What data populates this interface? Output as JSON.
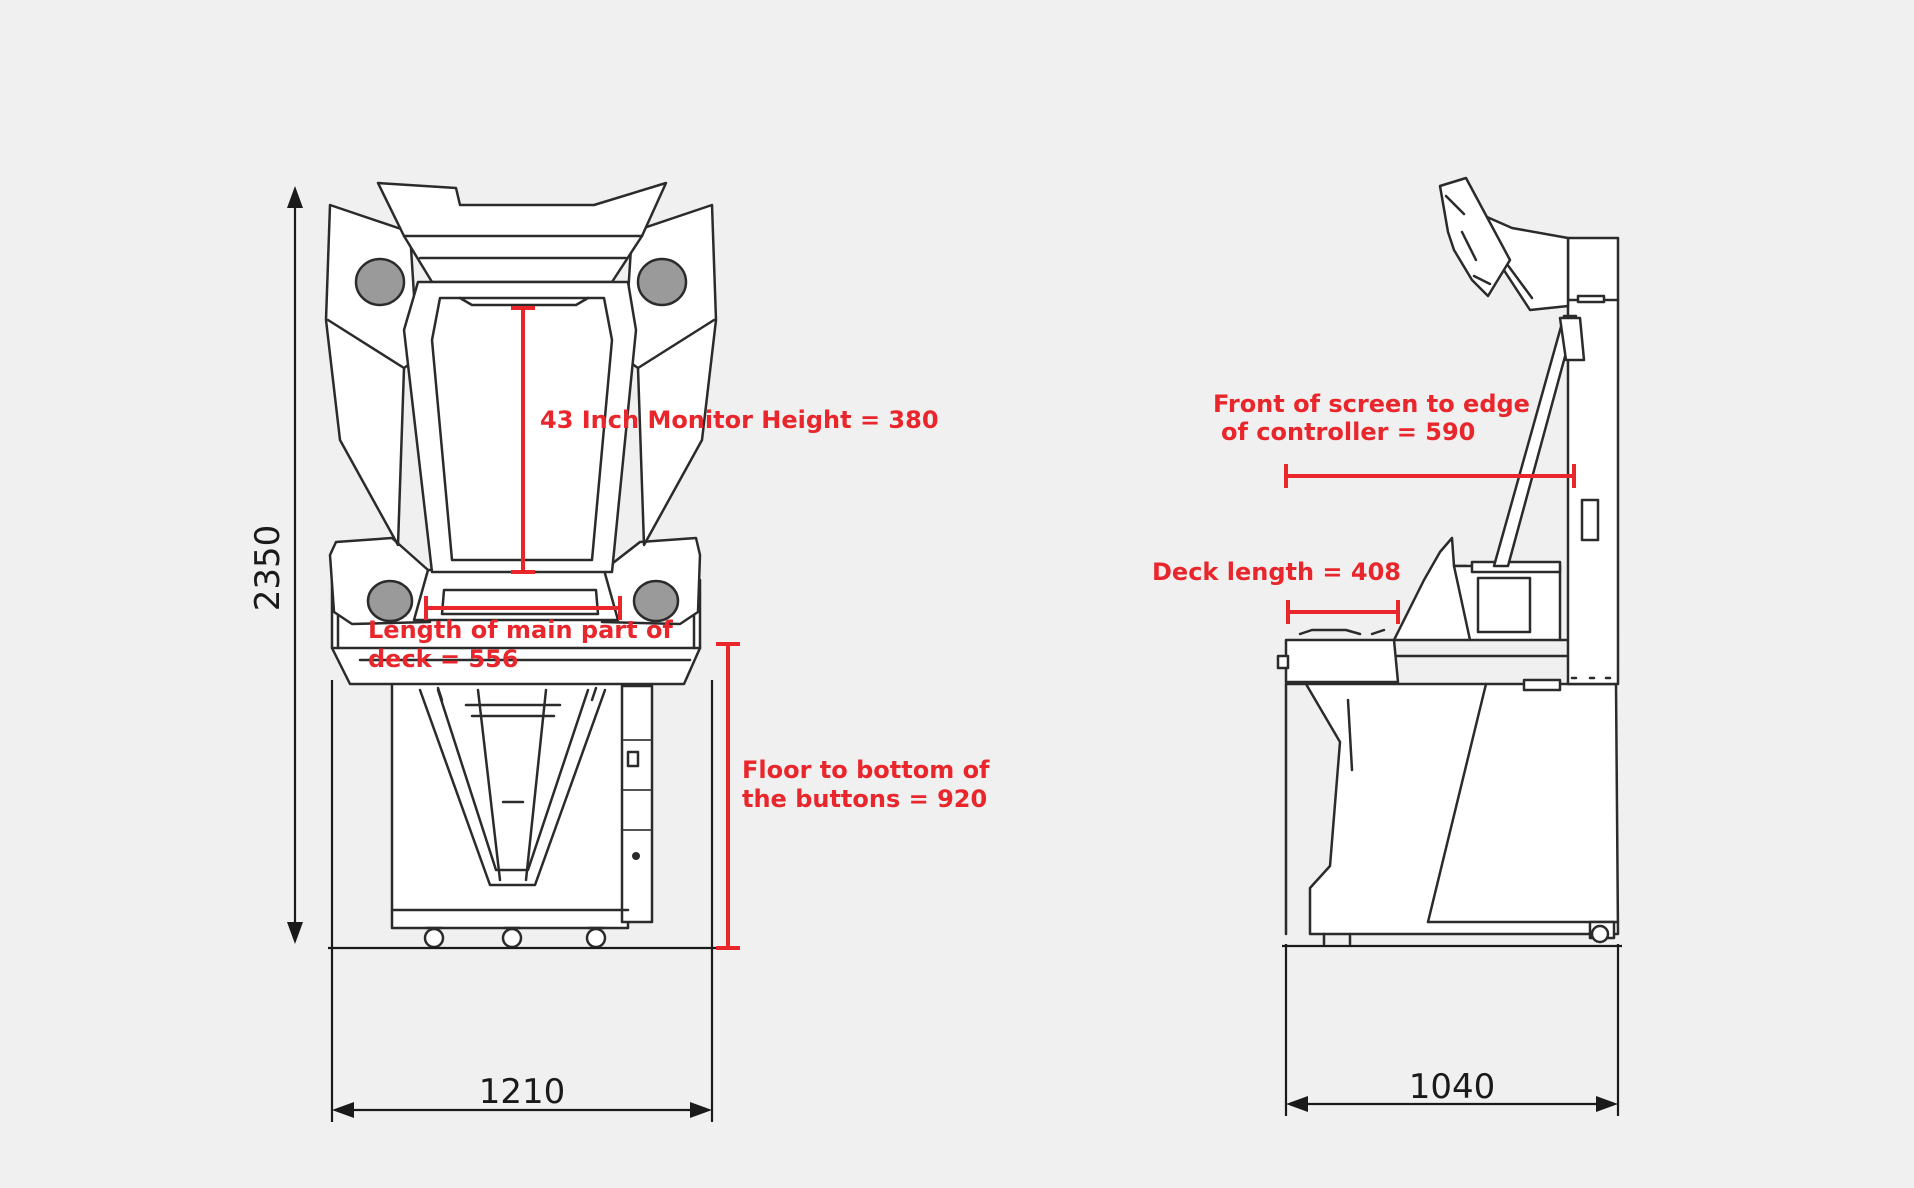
{
  "dimensions": {
    "front_width": "1210",
    "front_height": "2350",
    "side_depth": "1040"
  },
  "annotations": {
    "monitor_height": "43 Inch Monitor Height = 380",
    "deck_main_line1": "Length of main part of",
    "deck_main_line2": "deck = 556",
    "floor_line1": "Floor to bottom of",
    "floor_line2": "the buttons = 920",
    "screen_line1": "Front of screen to edge",
    "screen_line2": "of controller = 590",
    "deck_length": "Deck length = 408"
  },
  "colors": {
    "annotation": "#e8262b",
    "ink": "#2b2b2b",
    "background": "#f0f0f0"
  }
}
